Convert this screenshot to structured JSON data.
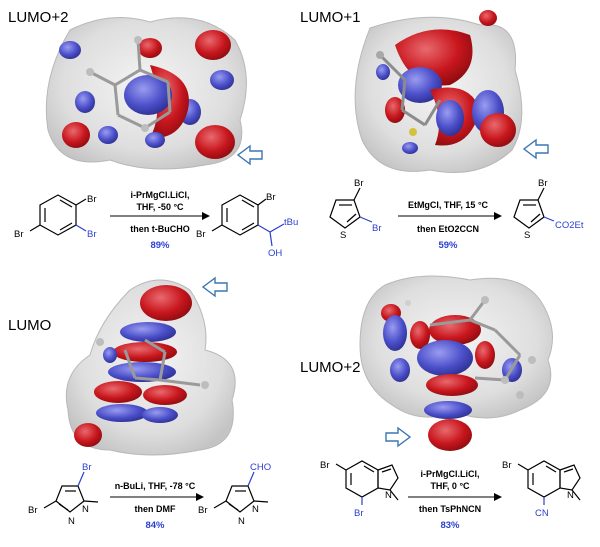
{
  "colors": {
    "lobe_red": "#c8161d",
    "lobe_blue": "#4b4fc9",
    "surface": "#dcdcdc",
    "accent_blue": "#2a3fd0",
    "hint_arrow": "#3b76b3"
  },
  "panels": [
    {
      "orbital": "LUMO+2",
      "reagent": "i-PrMgCl.LiCl,",
      "solvent": "THF, -50 °C",
      "quench": "then t-BuCHO",
      "yield": "89%",
      "sm_atoms": [
        "Br",
        "Br",
        "Br"
      ],
      "prod_atoms": [
        "Br",
        "Br",
        "tBu",
        "OH"
      ]
    },
    {
      "orbital": "LUMO+1",
      "reagent": "EtMgCl, THF, 15 °C",
      "quench": "then EtO2CCN",
      "yield": "59%",
      "sm_atoms": [
        "Br",
        "Br",
        "S"
      ],
      "prod_atoms": [
        "Br",
        "S",
        "CO2Et"
      ]
    },
    {
      "orbital": "LUMO",
      "reagent": "n-BuLi, THF, -78 °C",
      "quench": "then DMF",
      "yield": "84%",
      "sm_atoms": [
        "Br",
        "Br",
        "N",
        "N"
      ],
      "prod_atoms": [
        "CHO",
        "Br",
        "N",
        "N"
      ]
    },
    {
      "orbital": "LUMO+2",
      "reagent": "i-PrMgCl.LiCl,",
      "solvent": "THF, 0 °C",
      "quench": "then TsPhNCN",
      "yield": "83%",
      "sm_atoms": [
        "Br",
        "Br",
        "N"
      ],
      "prod_atoms": [
        "Br",
        "CN",
        "N"
      ]
    }
  ]
}
